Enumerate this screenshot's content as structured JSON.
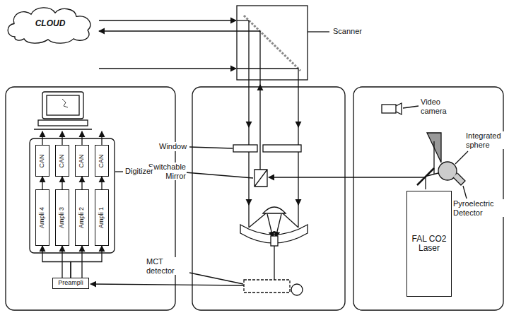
{
  "diagram": {
    "nodes": [
      {
        "text": [
          "CLOUD"
        ]
      },
      {
        "text": [
          "CAN"
        ]
      },
      {
        "text": [
          "CAN"
        ]
      },
      {
        "text": [
          "CAN"
        ]
      },
      {
        "text": [
          "CAN"
        ]
      },
      {
        "text": [
          "Ampli 4"
        ]
      },
      {
        "text": [
          "Ampli 3"
        ]
      },
      {
        "text": [
          "Ampli 2"
        ]
      },
      {
        "text": [
          "Ampli 1"
        ]
      },
      {
        "text": [
          "Preampli"
        ]
      },
      {
        "text": [
          "FAL CO2 Laser"
        ]
      }
    ],
    "edges": [
      {
        "from": 5,
        "to": 1,
        "arrow": "to"
      },
      {
        "from": 6,
        "to": 2,
        "arrow": "to"
      },
      {
        "from": 7,
        "to": 3,
        "arrow": "to"
      },
      {
        "from": 8,
        "to": 4,
        "arrow": "to"
      },
      {
        "from": 9,
        "to": 5,
        "arrow": "to"
      },
      {
        "from": 9,
        "to": 6,
        "arrow": "to"
      },
      {
        "from": 9,
        "to": 7,
        "arrow": "to"
      },
      {
        "from": 9,
        "to": 8,
        "arrow": "to"
      }
    ],
    "labels": [
      "Scanner",
      "Window",
      "Video camera",
      "Integrated sphere",
      "Switchable Mirror",
      "Digitizer",
      "MCT detector",
      "Pyroelectric Detector"
    ]
  }
}
